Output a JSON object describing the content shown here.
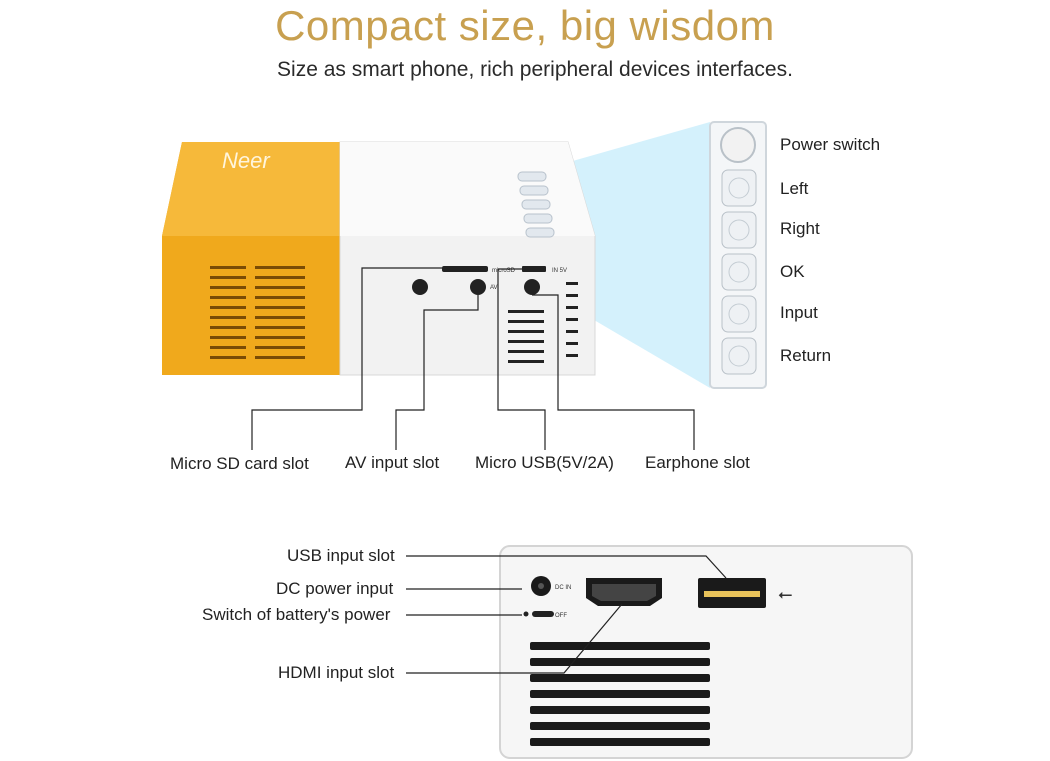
{
  "title": "Compact size, big wisdom",
  "subtitle": "Size as smart phone, rich peripheral devices interfaces.",
  "brand": "Neer",
  "colors": {
    "title": "#c8a050",
    "body_orange": "#f0a91c",
    "body_white": "#f4f4f4",
    "beam": "#bfe6f7"
  },
  "buttons": [
    {
      "label": "Power switch",
      "icon": "power-icon"
    },
    {
      "label": "Left",
      "icon": "left-arrow-icon"
    },
    {
      "label": "Right",
      "icon": "right-arrow-icon"
    },
    {
      "label": "OK",
      "icon": "ok-icon"
    },
    {
      "label": "Input",
      "icon": "input-icon"
    },
    {
      "label": "Return",
      "icon": "return-icon"
    }
  ],
  "side_ports": {
    "microsd_mark": "microSD",
    "av_mark": "AV",
    "in5v_mark": "IN 5V",
    "labels": [
      "Micro SD card slot",
      "AV input slot",
      "Micro USB(5V/2A)",
      "Earphone slot"
    ]
  },
  "back_panel": {
    "dcin_mark": "DC IN",
    "off_mark": "OFF",
    "labels": [
      "USB input slot",
      "DC power input",
      "Switch of battery's power",
      "HDMI input slot"
    ]
  }
}
